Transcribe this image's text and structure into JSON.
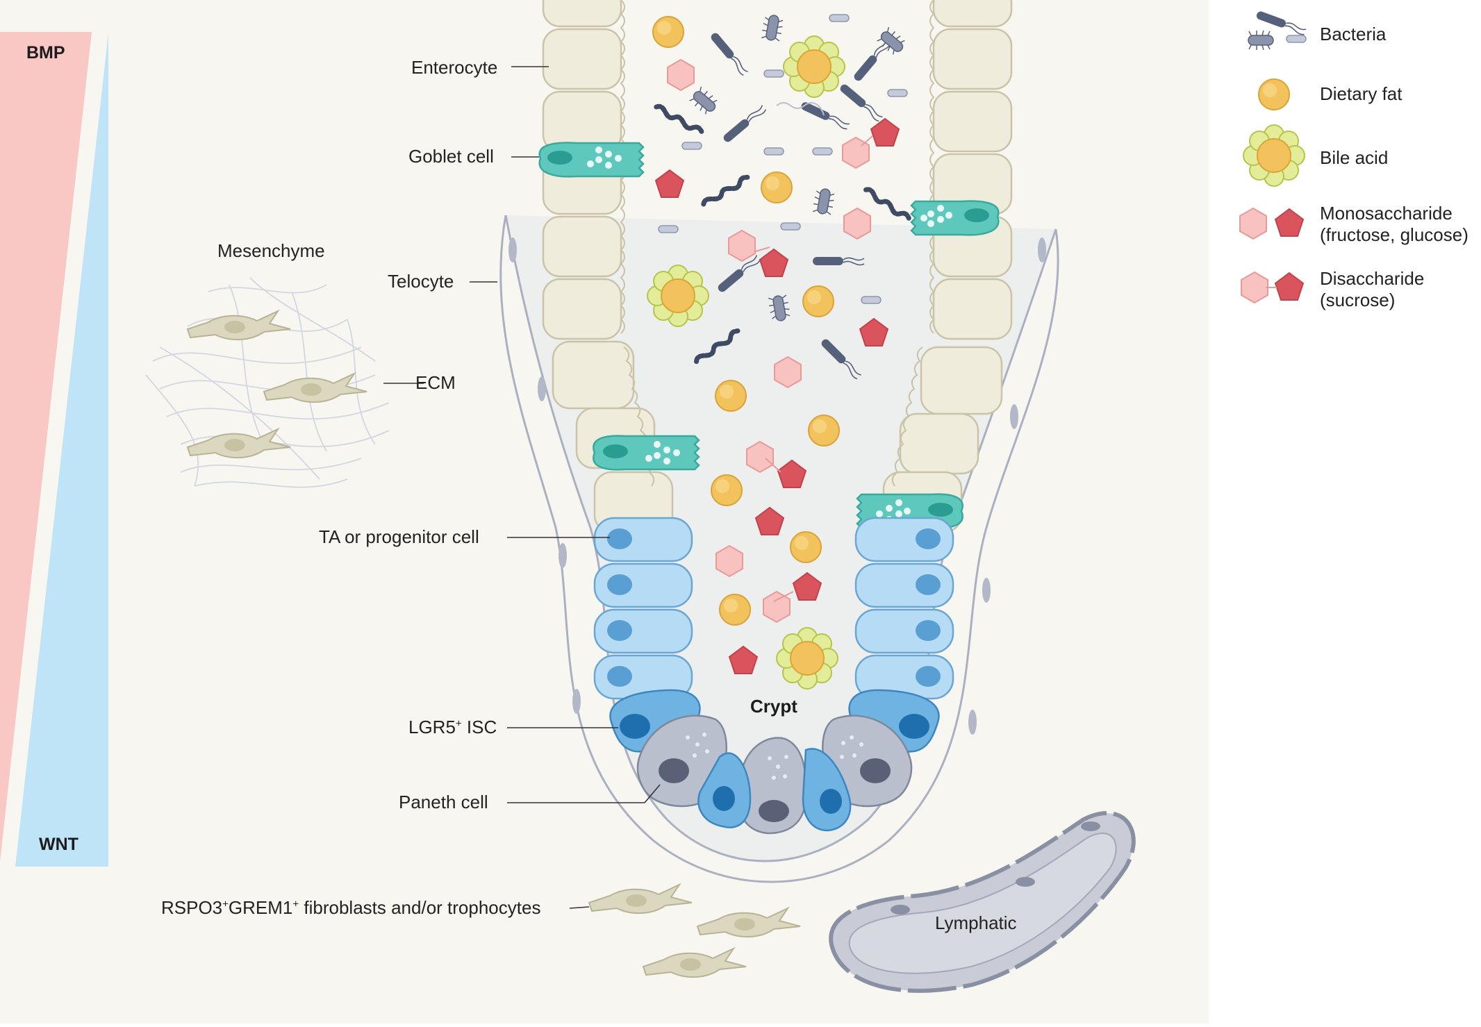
{
  "gradient": {
    "top_label": "BMP",
    "bottom_label": "WNT"
  },
  "labels": {
    "enterocyte": "Enterocyte",
    "goblet": "Goblet cell",
    "mesenchyme": "Mesenchyme",
    "telocyte": "Telocyte",
    "ecm": "ECM",
    "ta": "TA or progenitor cell",
    "lgr5_main": "LGR5",
    "lgr5_sup": "+",
    "lgr5_tail": " ISC",
    "paneth": "Paneth cell",
    "fib_a": "RSPO3",
    "fib_sup1": "+",
    "fib_b": "GREM1",
    "fib_sup2": "+",
    "fib_c": " fibroblasts and/or trophocytes",
    "lymphatic": "Lymphatic",
    "crypt": "Crypt"
  },
  "legend": [
    {
      "icon": "bacteria-icon",
      "lines": [
        "Bacteria"
      ]
    },
    {
      "icon": "dietary-fat-icon",
      "lines": [
        "Dietary fat"
      ]
    },
    {
      "icon": "bile-acid-icon",
      "lines": [
        "Bile acid"
      ]
    },
    {
      "icon": "monosaccharide-icon",
      "lines": [
        "Monosaccharide",
        "(fructose, glucose)"
      ]
    },
    {
      "icon": "disaccharide-icon",
      "lines": [
        "Disaccharide",
        "(sucrose)"
      ]
    }
  ],
  "colors": {
    "panel": "#f7f6f1",
    "bmp": "#f9c7c4",
    "wnt": "#bfe3f7",
    "enterocyte": "#f0ecdc",
    "goblet": "#5fc8bd",
    "ta": "#b6dcf5",
    "isc": "#6fb3e3",
    "paneth": "#b9bfcc",
    "fat": "#f2c25c",
    "bile": "#d6e27a",
    "mono_light": "#f7c2c0",
    "mono_dark": "#d9545c",
    "bacteria": "#55617a",
    "telocyte": "#d9dce6",
    "fibroblast": "#dcd8bf",
    "lymphatic": "#c9ccd6"
  }
}
